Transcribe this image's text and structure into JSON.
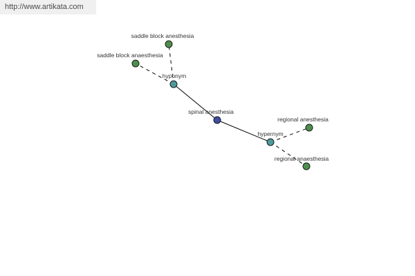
{
  "watermark": {
    "text": "http://www.artikata.com"
  },
  "colors": {
    "center_node": "#3f4da6",
    "relation_node": "#4d9a9a",
    "term_node": "#4e8f4e"
  },
  "graph": {
    "center": {
      "id": "spinal",
      "label": "spinal anesthesia",
      "kind": "center"
    },
    "relations": [
      {
        "id": "hyponym",
        "label": "hyponym",
        "kind": "relation"
      },
      {
        "id": "hypernym",
        "label": "hypernym",
        "kind": "relation"
      }
    ],
    "terms": [
      {
        "id": "saddle1",
        "label": "saddle block anesthesia",
        "kind": "term",
        "relation": "hyponym"
      },
      {
        "id": "saddle2",
        "label": "saddle block anaesthesia",
        "kind": "term",
        "relation": "hyponym"
      },
      {
        "id": "regional1",
        "label": "regional anesthesia",
        "kind": "term",
        "relation": "hypernym"
      },
      {
        "id": "regional2",
        "label": "regional anaesthesia",
        "kind": "term",
        "relation": "hypernym"
      }
    ]
  }
}
